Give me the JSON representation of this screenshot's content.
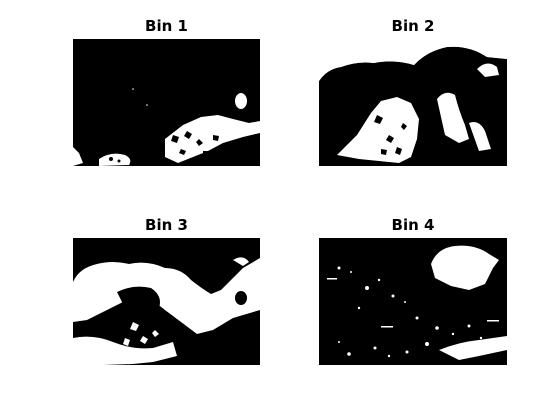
{
  "figure": {
    "panels": [
      {
        "title": "Bin 1"
      },
      {
        "title": "Bin 2"
      },
      {
        "title": "Bin 3"
      },
      {
        "title": "Bin 4"
      }
    ]
  },
  "colors": {
    "foreground": "#ffffff",
    "background": "#000000",
    "figure_background": "#ffffff"
  }
}
